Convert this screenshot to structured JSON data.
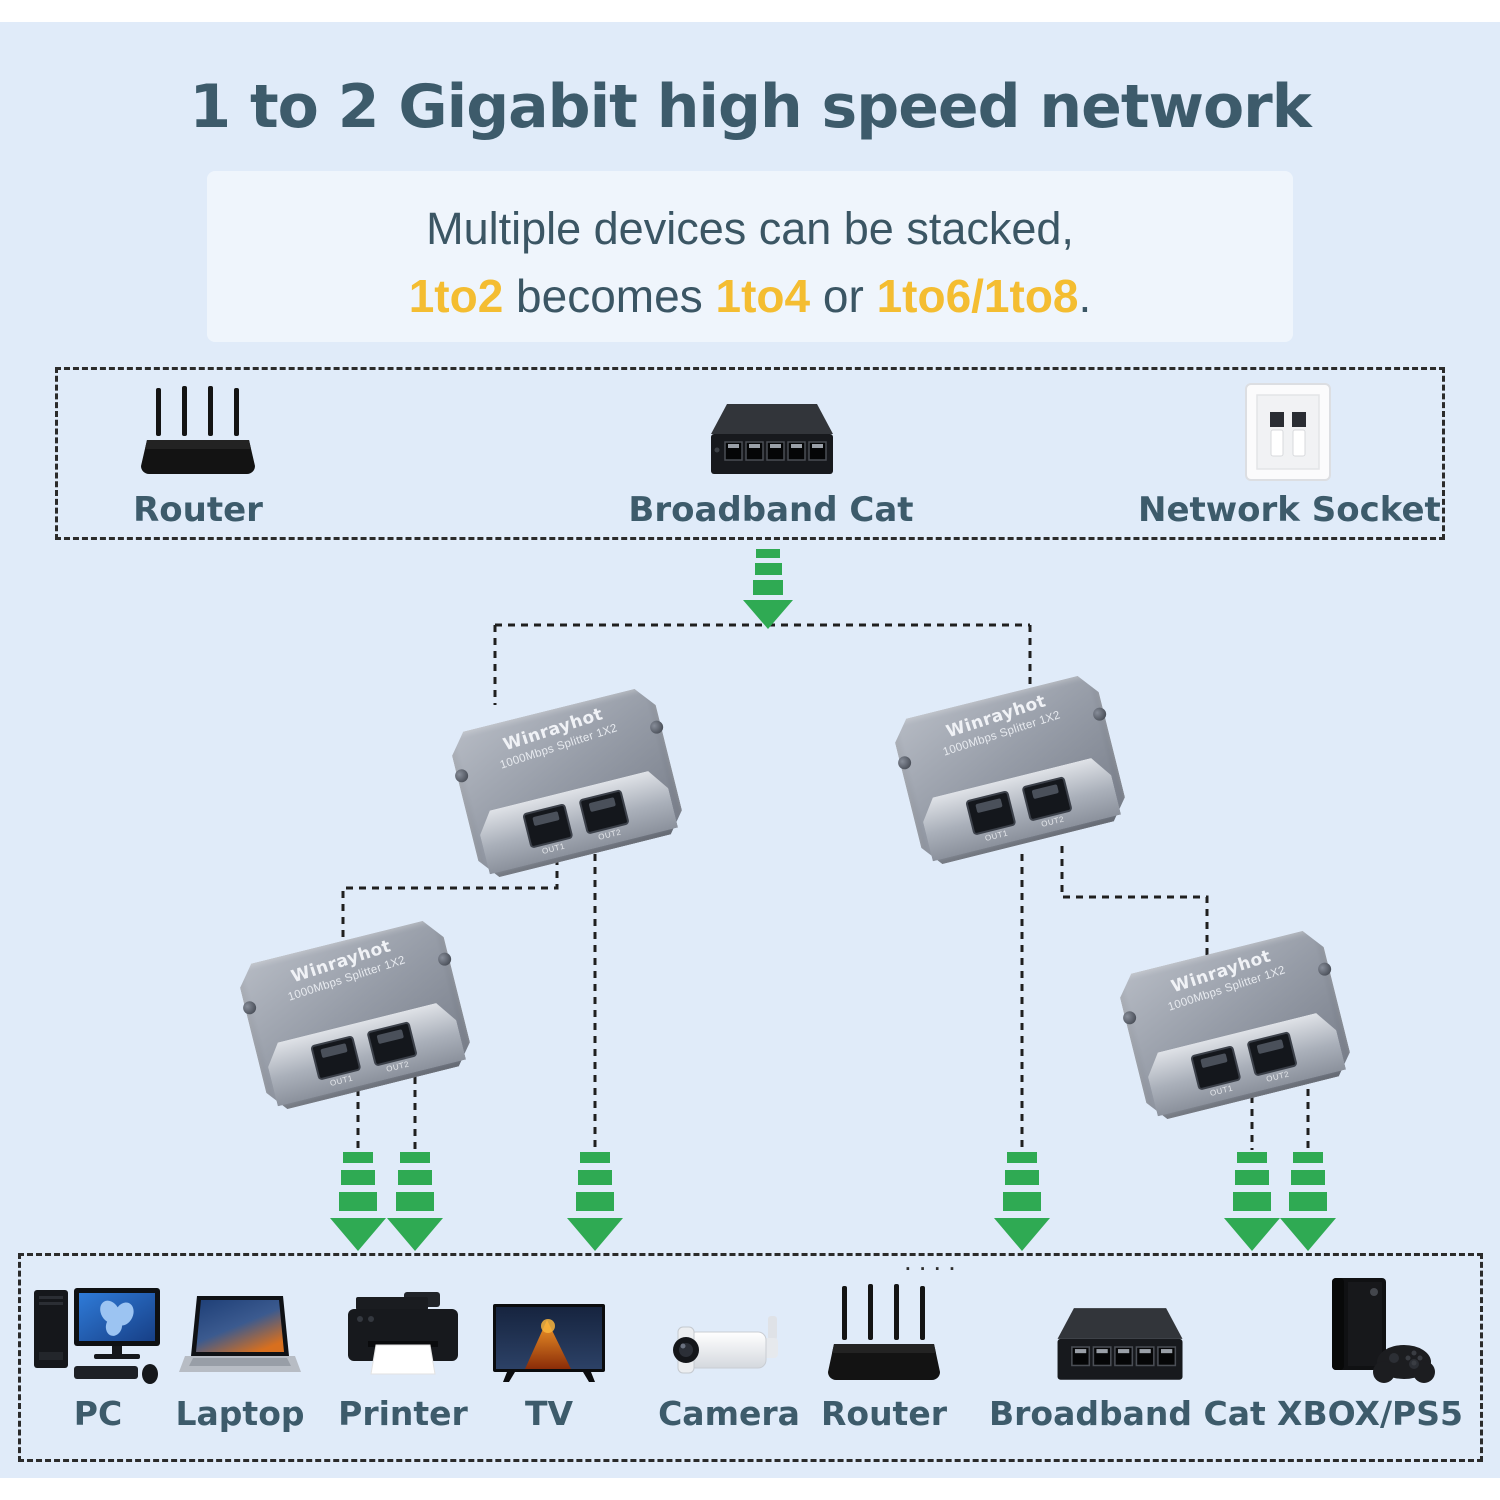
{
  "title": "1 to 2 Gigabit high speed network",
  "subtitle": {
    "line1": "Multiple devices can be stacked,",
    "highlight1": "1to2",
    "mid1": " becomes ",
    "highlight2": "1to4",
    "mid2": " or ",
    "highlight3": "1to6/1to8",
    "end": "."
  },
  "colors": {
    "panel_bg": "#e0ebf9",
    "heading": "#3d5b6b",
    "accent_yellow": "#f4bd31",
    "accent_green": "#2faa53",
    "dash_line": "#1f1f1f"
  },
  "source_box": {
    "items": [
      {
        "label": "Router"
      },
      {
        "label": "Broadband Cat"
      },
      {
        "label": "Network Socket"
      }
    ]
  },
  "splitter": {
    "brand": "Winrayhot",
    "model": "1000Mbps Splitter 1X2",
    "port1_label": "OUT1",
    "port2_label": "OUT2"
  },
  "device_box": {
    "ellipsis": "....",
    "items": [
      {
        "label": "PC"
      },
      {
        "label": "Laptop"
      },
      {
        "label": "Printer"
      },
      {
        "label": "TV"
      },
      {
        "label": "Camera"
      },
      {
        "label": "Router"
      },
      {
        "label": "Broadband Cat"
      },
      {
        "label": "XBOX/PS5"
      }
    ]
  }
}
